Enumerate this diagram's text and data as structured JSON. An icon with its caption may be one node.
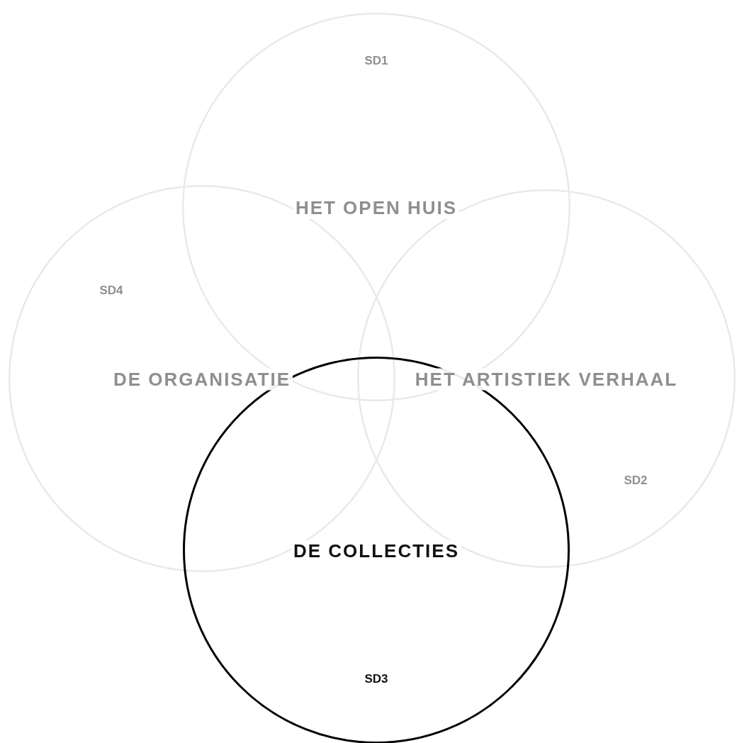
{
  "diagram": {
    "nodes": [
      {
        "text": [
          "SD1",
          "HET OPEN HUIS"
        ]
      },
      {
        "text": [
          "SD4",
          "DE ORGANISATIE"
        ]
      },
      {
        "text": [
          "HET ARTISTIEK VERHAAL",
          "SD2"
        ]
      },
      {
        "text": [
          "DE COLLECTIES",
          "SD3"
        ]
      }
    ]
  }
}
